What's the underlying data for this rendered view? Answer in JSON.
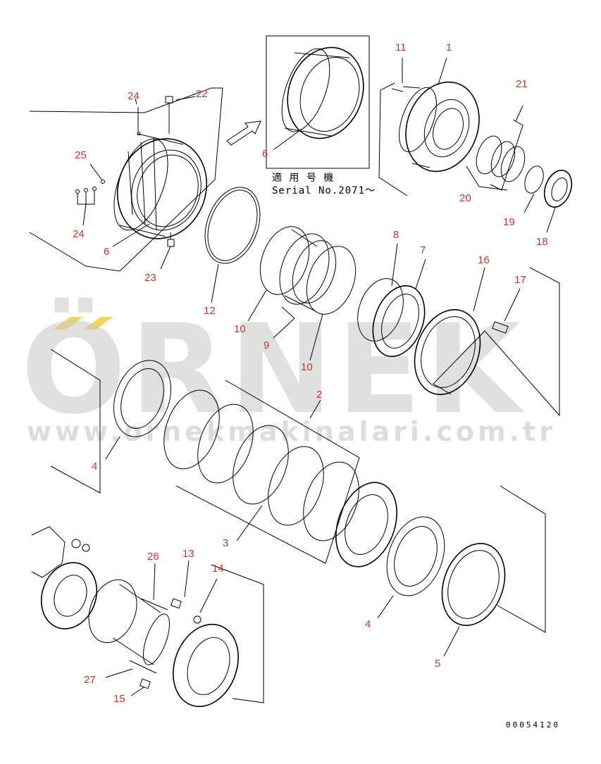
{
  "watermark": {
    "brand": "ÖRNEK",
    "url": "www.ornekmakinalari.com.tr",
    "accent_color": "#f2d55a"
  },
  "inset_note": {
    "line1": "適 用 号 機",
    "line2": "Serial No.2071～"
  },
  "drawing_code": "00054120",
  "callout_color": "#c0392b",
  "callouts": {
    "c1": "1",
    "c2": "2",
    "c3": "3",
    "c4a": "4",
    "c4b": "4",
    "c5": "5",
    "c6a": "6",
    "c6b": "6",
    "c7": "7",
    "c8": "8",
    "c9": "9",
    "c10a": "10",
    "c10b": "10",
    "c11": "11",
    "c12": "12",
    "c13": "13",
    "c14": "14",
    "c15": "15",
    "c16": "16",
    "c17": "17",
    "c18": "18",
    "c19": "19",
    "c20": "20",
    "c21": "21",
    "c22": "22",
    "c23": "23",
    "c24a": "24",
    "c24b": "24",
    "c25": "25",
    "c26": "26",
    "c27": "27"
  }
}
